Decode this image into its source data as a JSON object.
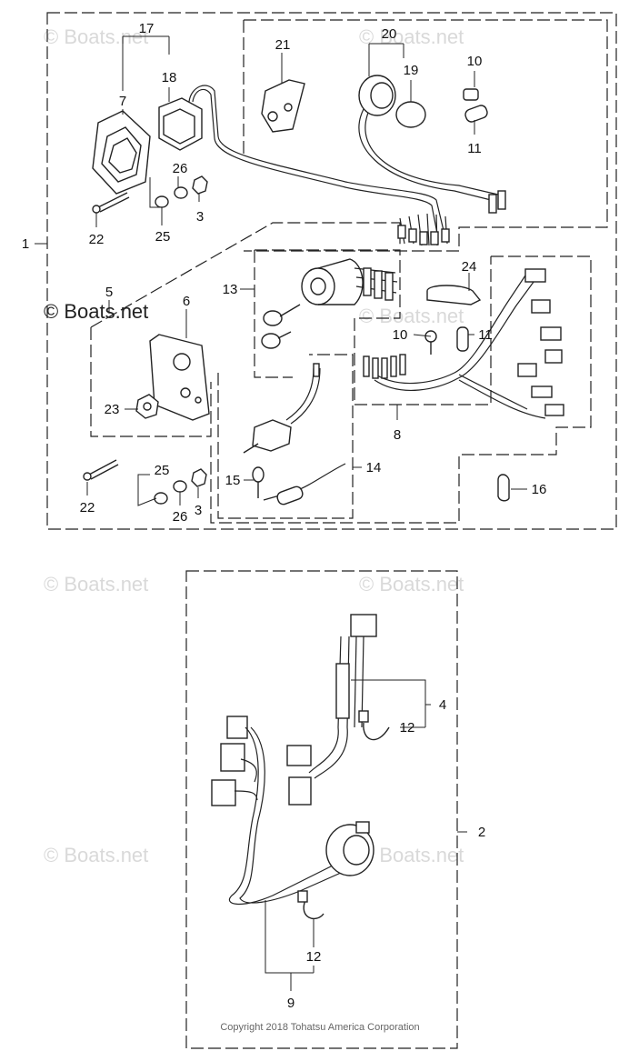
{
  "watermark": {
    "text": "© Boats.net",
    "prominent_text": "© Boats.net"
  },
  "copyright": "Copyright 2018 Tohatsu America Corporation",
  "callouts": {
    "c1": "1",
    "c2": "2",
    "c3a": "3",
    "c3b": "3",
    "c4": "4",
    "c5": "5",
    "c6": "6",
    "c7": "7",
    "c8": "8",
    "c9": "9",
    "c10a": "10",
    "c10b": "10",
    "c11a": "11",
    "c11b": "11",
    "c12a": "12",
    "c12b": "12",
    "c13": "13",
    "c14": "14",
    "c15": "15",
    "c16": "16",
    "c17": "17",
    "c18": "18",
    "c19": "19",
    "c20": "20",
    "c21": "21",
    "c22a": "22",
    "c22b": "22",
    "c23": "23",
    "c24": "24",
    "c25a": "25",
    "c25b": "25",
    "c26a": "26",
    "c26b": "26"
  }
}
